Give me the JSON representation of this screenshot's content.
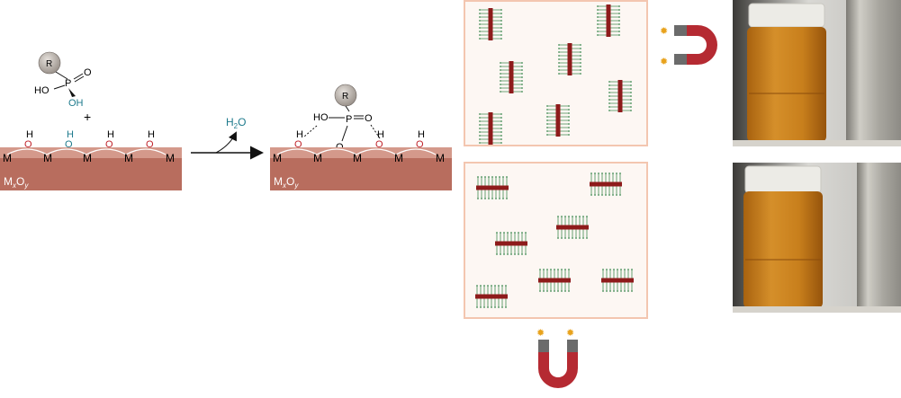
{
  "reagent": {
    "r_group": "R",
    "phosphorus": "P",
    "oxo": "O",
    "ho_left": "HO",
    "oh_right": "OH",
    "plus": "+"
  },
  "surface": {
    "metal": "M",
    "hydroxyl_h": "H",
    "hydroxyl_o": "O",
    "label_base": "M",
    "label_sub_x": "x",
    "label_o": "O",
    "label_sub_y": "y"
  },
  "byproduct": {
    "h": "H",
    "subscript": "2",
    "o": "O"
  },
  "product": {
    "r_group": "R",
    "phosphorus": "P",
    "ho_prefix": "H",
    "ho_o": "O",
    "double_o": "O",
    "bridge_o": "O",
    "hydroxyl_h": "H",
    "hydroxyl_o": "O"
  },
  "colors": {
    "substrate": "#b86d5e",
    "substrate_top": "#d4998b",
    "hydroxyl_red": "#c0232b",
    "hydroxyl_teal": "#1d7a8c",
    "rod": "#8e1b1b",
    "ligand_green": "#3f8a52",
    "panel_border": "#f3c6b0",
    "panel_fill": "#fdf7f3",
    "magnet_red": "#b52a32",
    "magnet_grey": "#6b6b6b",
    "spark": "#e8a21c",
    "vial_liquid": "#c7801e"
  }
}
